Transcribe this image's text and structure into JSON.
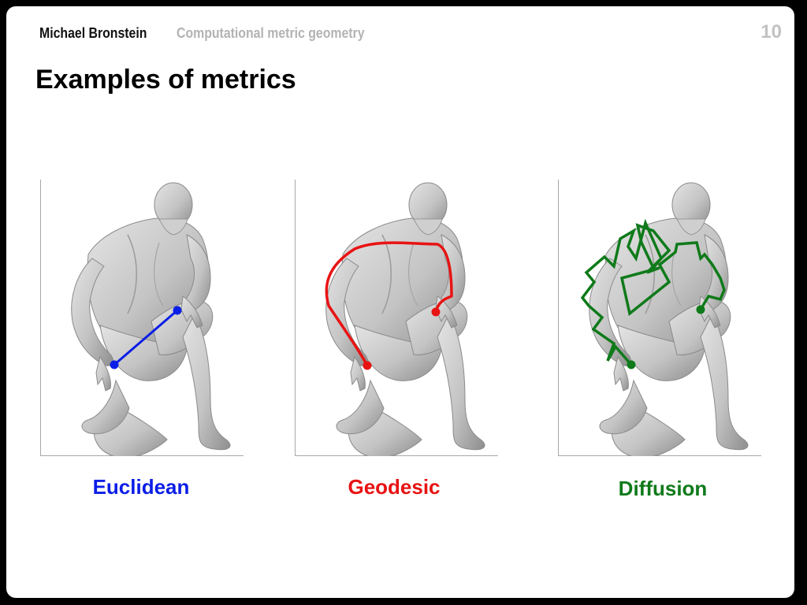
{
  "header": {
    "author": "Michael Bronstein",
    "course": "Computational metric geometry",
    "page_number": "10"
  },
  "title": "Examples of metrics",
  "panels": [
    {
      "label": "Euclidean",
      "color": "#0b1ee6"
    },
    {
      "label": "Geodesic",
      "color": "#e81313"
    },
    {
      "label": "Diffusion",
      "color": "#0f7a1a"
    }
  ]
}
